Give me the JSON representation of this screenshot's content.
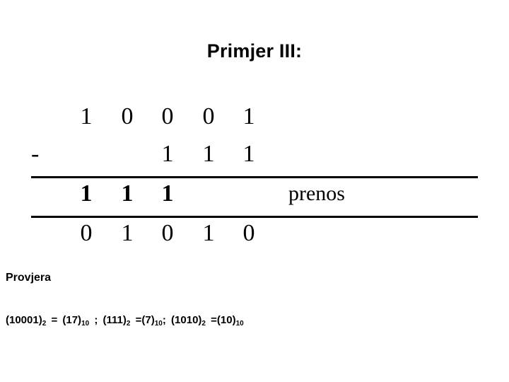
{
  "slide": {
    "title": "Primjer III:",
    "background_color": "#ffffff",
    "text_color": "#000000"
  },
  "calculation": {
    "type": "binary-subtraction",
    "columns": 5,
    "minuend": [
      "1",
      "0",
      "0",
      "0",
      "1"
    ],
    "operator": "-",
    "subtrahend": [
      "",
      "",
      "1",
      "1",
      "1"
    ],
    "borrow": [
      "1",
      "1",
      "1",
      "",
      ""
    ],
    "borrow_label": "prenos",
    "result": [
      "0",
      "1",
      "0",
      "1",
      "0"
    ]
  },
  "check": {
    "heading": "Provjera",
    "line": {
      "term1_value": "(10001)",
      "term1_base": "2",
      "equals1": "=",
      "term1_dec_value": "(17)",
      "term1_dec_base": "10",
      "sep1": ";",
      "term2_value": "(111)",
      "term2_base": "2",
      "equals2": "=",
      "term2_dec_value": "(7)",
      "term2_dec_base": "10",
      "sep2": ";",
      "term3_value": "(1010)",
      "term3_base": "2",
      "equals3": "=",
      "term3_dec_value": "(10)",
      "term3_dec_base": "10"
    }
  }
}
